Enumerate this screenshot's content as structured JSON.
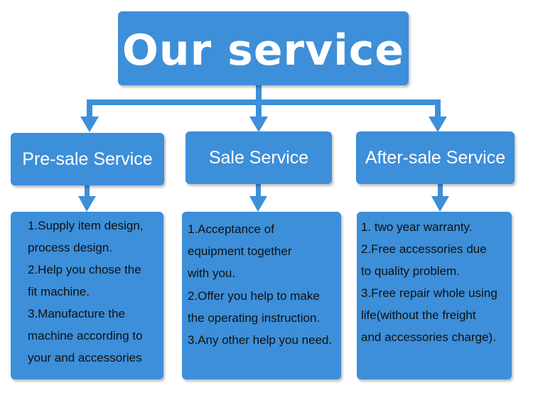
{
  "title": "Our service",
  "colors": {
    "box": "#3d8fd9",
    "arrow": "#3d8fd9",
    "title_text": "#ffffff",
    "body_text": "#111111"
  },
  "categories": [
    {
      "label": "Pre-sale Service"
    },
    {
      "label": "Sale Service"
    },
    {
      "label": "After-sale Service"
    }
  ],
  "details": [
    {
      "lines": [
        "1.Supply item design,",
        " process design.",
        "2.Help you chose the",
        " fit machine.",
        "3.Manufacture the",
        "machine according to",
        "your and accessories"
      ]
    },
    {
      "lines": [
        "1.Acceptance of",
        "equipment together",
        " with you.",
        "2.Offer you help to make",
        "the operating instruction.",
        "3.Any other help you need."
      ]
    },
    {
      "lines": [
        "1. two year warranty.",
        "2.Free accessories due",
        " to quality problem.",
        "3.Free repair whole using",
        "life(without the freight",
        "and accessories charge)."
      ]
    }
  ]
}
